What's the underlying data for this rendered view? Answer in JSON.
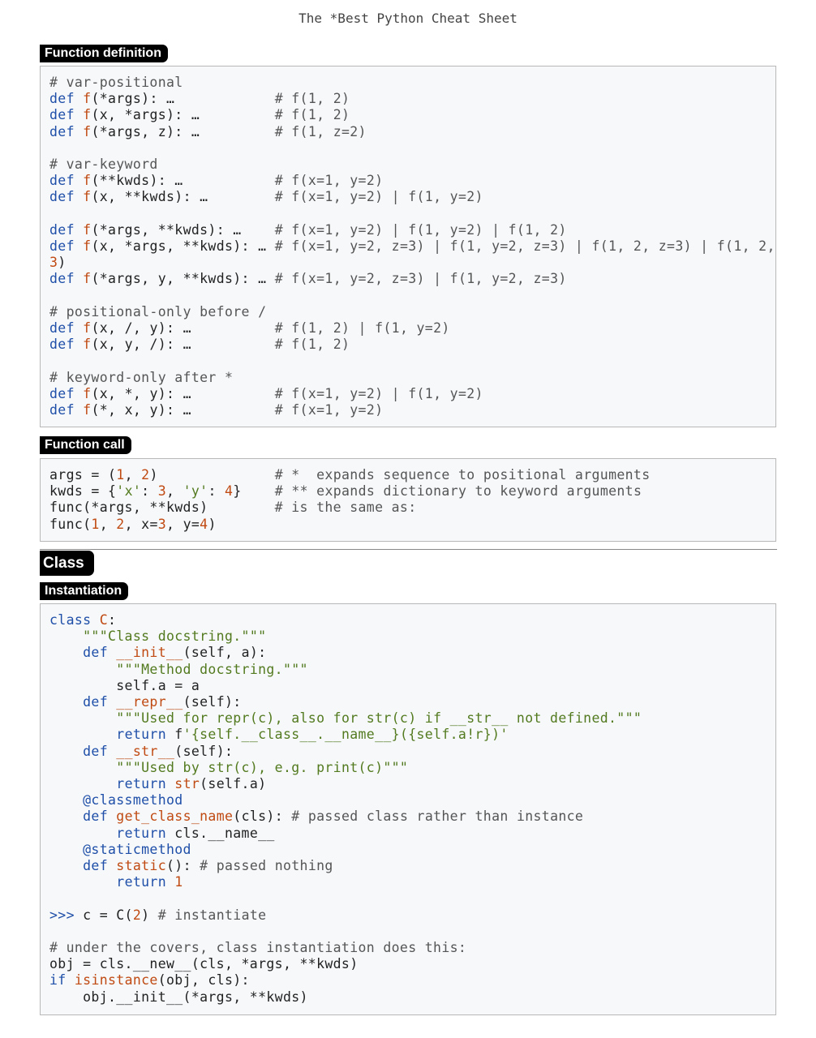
{
  "page": {
    "title": "The *Best Python Cheat Sheet"
  },
  "sections": {
    "function_definition": {
      "heading": "Function definition",
      "lines": [
        "# var-positional",
        "def f(*args): …",
        "def f(x, *args): …",
        "def f(*args, z): …",
        "",
        "# var-keyword",
        "def f(**kwds): …",
        "def f(x, **kwds): …",
        "",
        "def f(*args, **kwds): …",
        "def f(x, *args, **kwds): … # f(x=1, y=2, z=3) | f(1, y=2, z=3) | f(1, 2, z=3) | f(1, 2,",
        "3)",
        "def f(*args, y, **kwds): … # f(x=1, y=2, z=3) | f(1, y=2, z=3)",
        "",
        "# positional-only before /",
        "def f(x, /, y): …",
        "def f(x, y, /): …",
        "",
        "# keyword-only after *",
        "def f(x, *, y): …",
        "def f(*, x, y): …"
      ],
      "comments": {
        "c1": "# f(1, 2)",
        "c2": "# f(1, 2)",
        "c3": "# f(1, z=2)",
        "c4": "# f(x=1, y=2)",
        "c5": "# f(x=1, y=2) | f(1, y=2)",
        "c6": "# f(x=1, y=2) | f(1, y=2) | f(1, 2)",
        "c7": "# f(1, 2) | f(1, y=2)",
        "c8": "# f(1, 2)",
        "c9": "# f(x=1, y=2) | f(1, y=2)",
        "c10": "# f(x=1, y=2)"
      }
    },
    "function_call": {
      "heading": "Function call",
      "lines": [
        "args = (1, 2)",
        "kwds = {'x': 3, 'y': 4}",
        "func(*args, **kwds)",
        "func(1, 2, x=3, y=4)"
      ],
      "comments": [
        "# *  expands sequence to positional arguments",
        "# ** expands dictionary to keyword arguments",
        "# is the same as:"
      ]
    },
    "class": {
      "heading": "Class"
    },
    "instantiation": {
      "heading": "Instantiation",
      "lines": [
        "class C:",
        "    \"\"\"Class docstring.\"\"\"",
        "    def __init__(self, a):",
        "        \"\"\"Method docstring.\"\"\"",
        "        self.a = a",
        "    def __repr__(self):",
        "        \"\"\"Used for repr(c), also for str(c) if __str__ not defined.\"\"\"",
        "        return f'{self.__class__.__name__}({self.a!r})'",
        "    def __str__(self):",
        "        \"\"\"Used by str(c), e.g. print(c)\"\"\"",
        "        return str(self.a)",
        "    @classmethod",
        "    def get_class_name(cls): # passed class rather than instance",
        "        return cls.__name__",
        "    @staticmethod",
        "    def static(): # passed nothing",
        "        return 1",
        "",
        ">>> c = C(2) # instantiate",
        "",
        "# under the covers, class instantiation does this:",
        "obj = cls.__new__(cls, *args, **kwds)",
        "if isinstance(obj, cls):",
        "    obj.__init__(*args, **kwds)"
      ]
    }
  },
  "colors": {
    "keyword": "#1f4fa8",
    "function_name": "#c04a12",
    "string": "#537a1f",
    "code_background": "#f6f8fa",
    "tag_background": "#000000"
  }
}
